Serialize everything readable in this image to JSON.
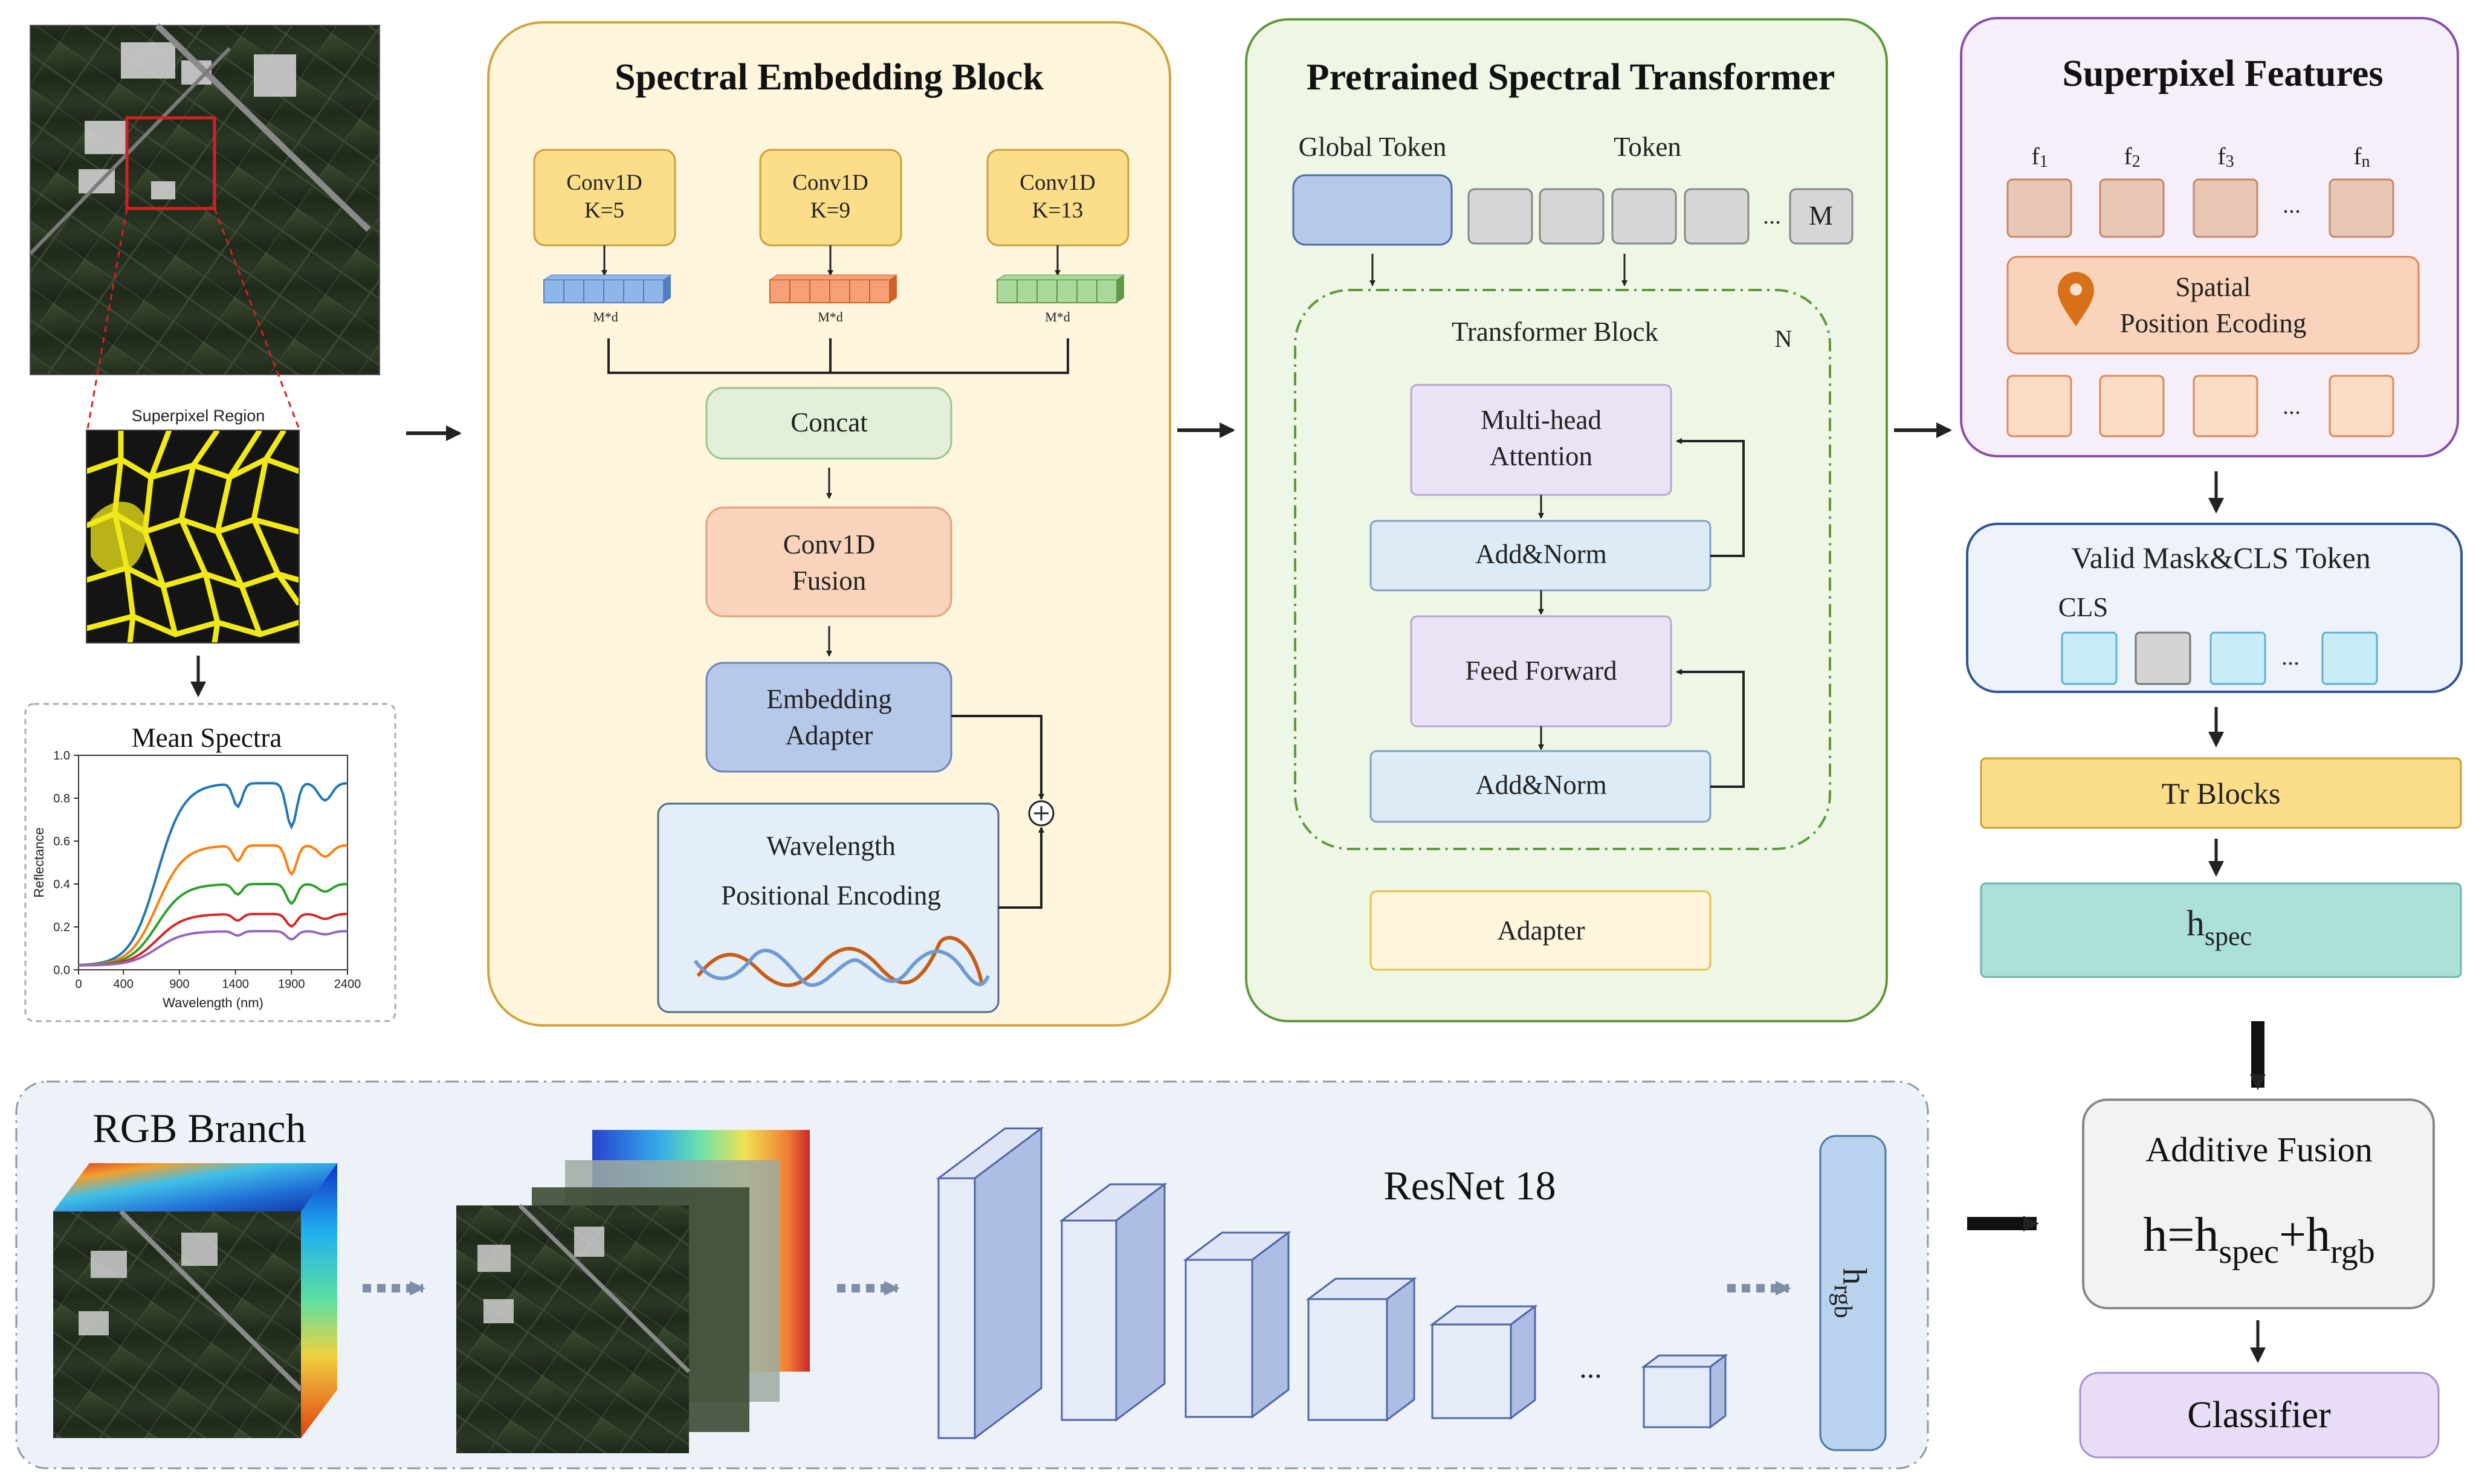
{
  "colors": {
    "embed_bg": "#fdf5dc",
    "embed_border": "#d4a43a",
    "trans_bg": "#eef6e6",
    "trans_border": "#5f9a3a",
    "super_bg": "#f6effa",
    "super_border": "#8a4fa8",
    "valid_bg": "#eef3fb",
    "valid_border": "#2f5596",
    "rgb_bg": "#edf1f8",
    "rgb_border": "#8d98a8",
    "blue_box": "#b7c9ea",
    "orange_box": "#f9d3bb",
    "green_box": "#e2efd9",
    "yellow_box": "#fbdd8a",
    "teal_box": "#ace1da",
    "lavender_box": "#ece2f6",
    "series_colors": [
      "#1f77b4",
      "#ff7f0e",
      "#2ca02c",
      "#d62728",
      "#9467bd"
    ]
  },
  "input": {
    "superpixel_label": "Superpixel Region",
    "mean_spectra": {
      "title": "Mean Spectra",
      "xlabel": "Wavelength (nm)",
      "ylabel": "Reflectance",
      "xticks": [
        "0",
        "400",
        "900",
        "1400",
        "1900",
        "2400"
      ],
      "yticks": [
        "0.0",
        "0.2",
        "0.4",
        "0.6",
        "0.8",
        "1.0"
      ]
    }
  },
  "embedding": {
    "title": "Spectral Embedding Block",
    "convs": [
      {
        "name": "Conv1D",
        "k": "K=5",
        "dim": "M*d"
      },
      {
        "name": "Conv1D",
        "k": "K=9",
        "dim": "M*d"
      },
      {
        "name": "Conv1D",
        "k": "K=13",
        "dim": "M*d"
      }
    ],
    "concat": "Concat",
    "fusion": [
      "Conv1D",
      "Fusion"
    ],
    "adapter": [
      "Embedding",
      "Adapter"
    ],
    "wavelength": [
      "Wavelength",
      "Positional Encoding"
    ],
    "plus": "+"
  },
  "transformer": {
    "title": "Pretrained Spectral Transformer",
    "global_token": "Global Token",
    "token": "Token",
    "ellipsis": "...",
    "m_label": "M",
    "block_title": "Transformer Block",
    "n_label": "N",
    "mha": [
      "Multi-head",
      "Attention"
    ],
    "addnorm": "Add&Norm",
    "ff": "Feed Forward",
    "adapter": "Adapter"
  },
  "superpixel": {
    "title": "Superpixel Features",
    "features": [
      "f",
      "f",
      "f",
      "f"
    ],
    "feature_subs": [
      "1",
      "2",
      "3",
      "n"
    ],
    "ellipsis": "...",
    "spatial": [
      "Spatial",
      "Position Ecoding"
    ]
  },
  "valid": {
    "title": "Valid Mask&CLS Token",
    "cls": "CLS",
    "ellipsis": "..."
  },
  "tr_blocks": "Tr Blocks",
  "hspec": {
    "base": "h",
    "sub": "spec"
  },
  "fusion": {
    "title": "Additive Fusion",
    "eq": {
      "h": "h=h",
      "s1": "spec",
      "plus": "+h",
      "s2": "rgb"
    }
  },
  "classifier": "Classifier",
  "rgb": {
    "title": "RGB Branch",
    "resnet": "ResNet 18",
    "ellipsis": "...",
    "hrgb": {
      "base": "h",
      "sub": "rgb"
    }
  }
}
